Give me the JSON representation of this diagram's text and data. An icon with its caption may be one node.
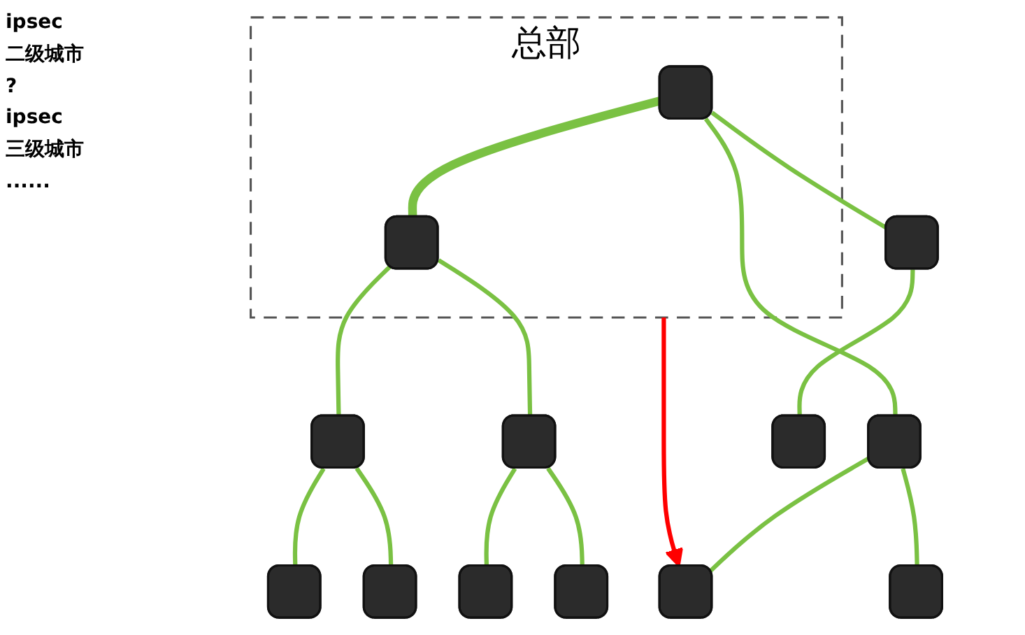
{
  "diagram": {
    "nodes": [
      {
        "text": [
          "总部"
        ]
      },
      {
        "text": [],
        "shape": "box",
        "in": 0
      },
      {
        "text": [],
        "shape": "box",
        "in": 0
      },
      {
        "text": [],
        "shape": "box"
      },
      {
        "text": [],
        "shape": "box"
      },
      {
        "text": [],
        "shape": "box"
      },
      {
        "text": [],
        "shape": "box"
      },
      {
        "text": [],
        "shape": "box"
      },
      {
        "text": [],
        "shape": "box"
      },
      {
        "text": [],
        "shape": "box"
      },
      {
        "text": [],
        "shape": "box"
      },
      {
        "text": [],
        "shape": "box"
      },
      {
        "text": [],
        "shape": "box"
      },
      {
        "text": [],
        "shape": "box"
      }
    ],
    "edges": [
      {
        "from": 1,
        "to": 2,
        "arrow": "none",
        "style": "thick"
      },
      {
        "from": 1,
        "to": 3,
        "arrow": "none"
      },
      {
        "from": 1,
        "to": 4,
        "arrow": "none"
      },
      {
        "from": 2,
        "to": 5,
        "arrow": "none"
      },
      {
        "from": 2,
        "to": 6,
        "arrow": "none"
      },
      {
        "from": 3,
        "to": 7,
        "arrow": "none"
      },
      {
        "from": 3,
        "to": 8,
        "arrow": "none"
      },
      {
        "from": 4,
        "to": 9,
        "arrow": "none"
      },
      {
        "from": 5,
        "to": 10,
        "arrow": "none"
      },
      {
        "from": 5,
        "to": 11,
        "arrow": "none"
      },
      {
        "from": 6,
        "to": 12,
        "arrow": "none"
      },
      {
        "from": 6,
        "to": 13,
        "arrow": "none"
      },
      {
        "from": 0,
        "to": 7,
        "arrow": "to",
        "color": "#ff0000"
      }
    ],
    "labels": [
      "ipsec",
      "二级城市",
      "?",
      "ipsec",
      "三级城市",
      "......"
    ]
  }
}
